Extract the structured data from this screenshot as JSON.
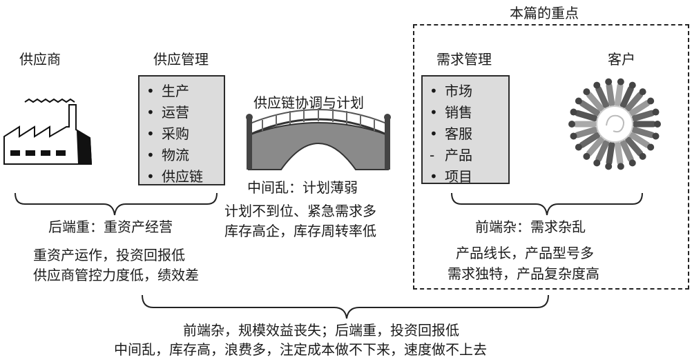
{
  "focus": {
    "title": "本篇的重点"
  },
  "supplier": {
    "title": "供应商"
  },
  "supply_mgmt": {
    "title": "供应管理",
    "items": [
      "生产",
      "运营",
      "采购",
      "物流",
      "供应链"
    ]
  },
  "bridge": {
    "title": "供应链协调与计划"
  },
  "demand_mgmt": {
    "title": "需求管理",
    "items": [
      "市场",
      "销售",
      "客服",
      "产品",
      "项目"
    ]
  },
  "customer": {
    "title": "客户"
  },
  "backend": {
    "heading": "后端重：重资产经营",
    "line1": "重资产运作，投资回报低",
    "line2": "供应商管控力度低，绩效差"
  },
  "middle": {
    "heading": "中间乱：计划薄弱",
    "line1": "计划不到位、紧急需求多",
    "line2": "库存高企，库存周转率低"
  },
  "frontend": {
    "heading": "前端杂：需求杂乱",
    "line1": "产品线长，产品型号多",
    "line2": "需求独特，产品复杂度高"
  },
  "summary": {
    "line1": "前端杂，规模效益丧失；后端重，投资回报低",
    "line2": "中间乱，库存高，浪费多，注定成本做不下来，速度做不上去"
  },
  "icons": [
    "factory-icon",
    "bridge-icon",
    "people-circle-icon"
  ]
}
